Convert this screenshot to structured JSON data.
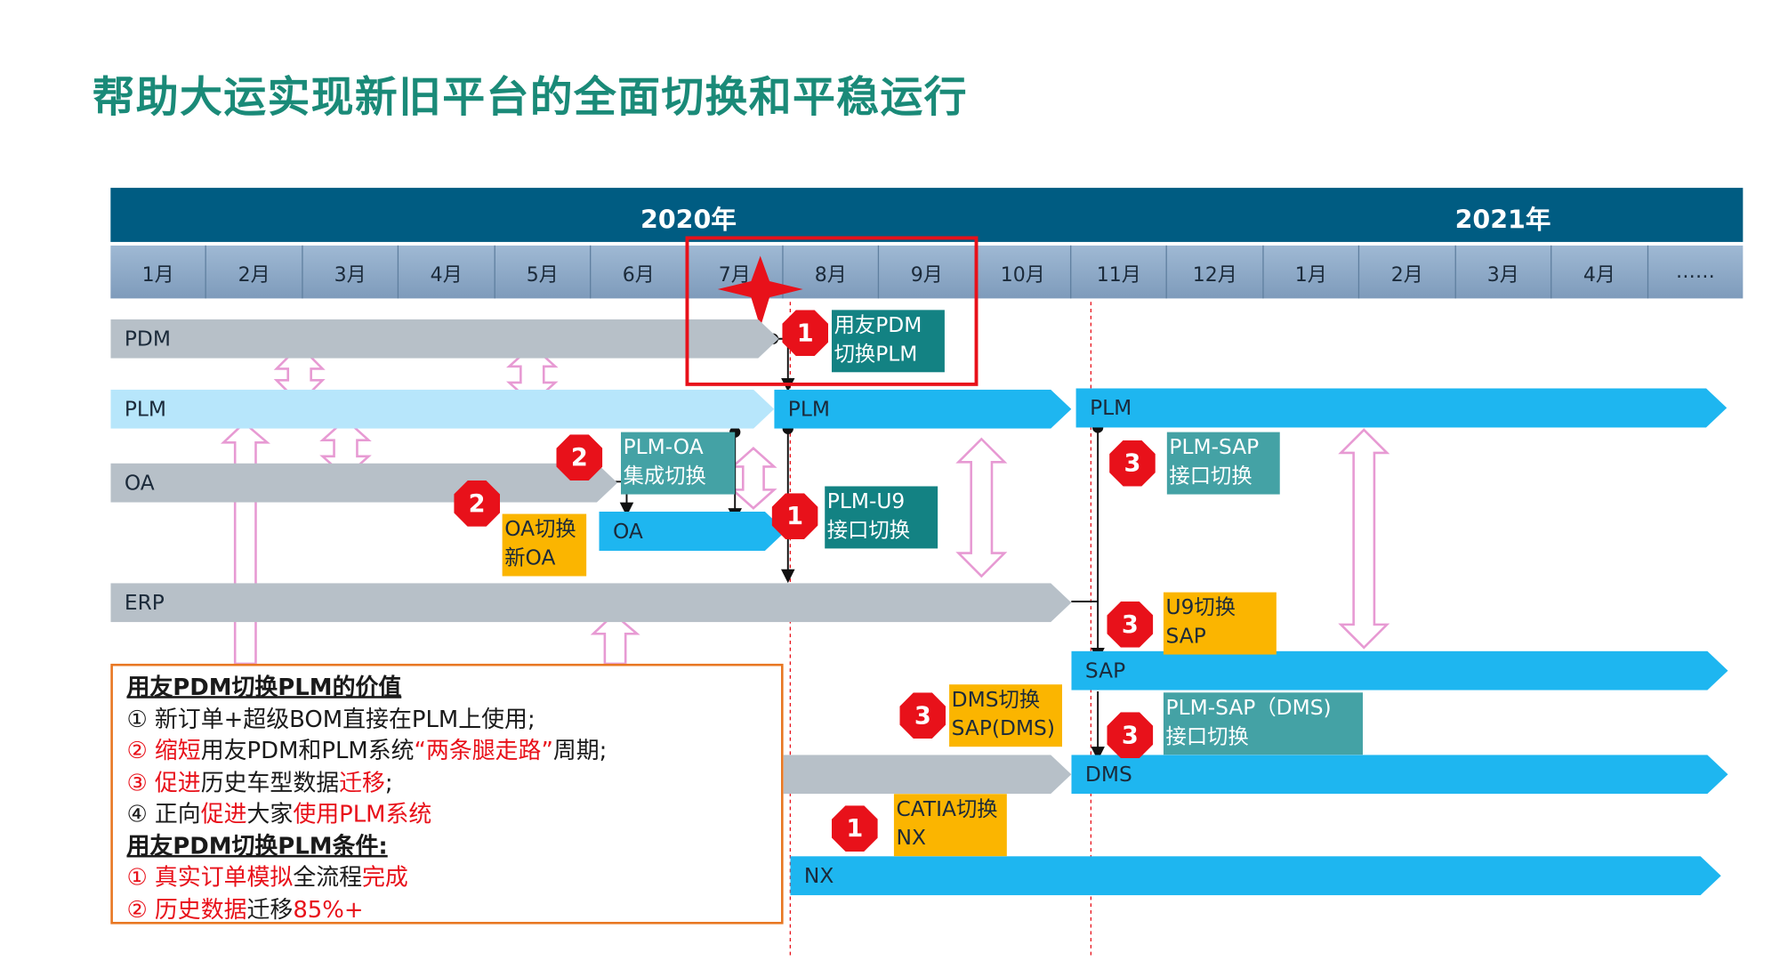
{
  "title": "帮助大运实现新旧平台的全面切换和平稳运行",
  "timeline": {
    "year_2020": "2020年",
    "year_2021": "2021年",
    "months": [
      "1月",
      "2月",
      "3月",
      "4月",
      "5月",
      "6月",
      "7月",
      "8月",
      "9月",
      "10月",
      "11月",
      "12月",
      "1月",
      "2月",
      "3月",
      "4月",
      "……"
    ]
  },
  "lanes": {
    "pdm": "PDM",
    "plm_old": "PLM",
    "plm_mid": "PLM",
    "plm_new": "PLM",
    "oa": "OA",
    "oa_new": "OA",
    "erp": "ERP",
    "sap": "SAP",
    "dms": "DMS",
    "nx": "NX"
  },
  "callouts": {
    "pdm_to_plm": {
      "line1": "用友PDM",
      "line2": "切换PLM",
      "badge": "1"
    },
    "plm_oa": {
      "line1": "PLM-OA",
      "line2": "集成切换",
      "badge": "2"
    },
    "oa_switch": {
      "line1": "OA切换",
      "line2": "新OA",
      "badge": "2"
    },
    "plm_u9": {
      "line1": "PLM-U9",
      "line2": "接口切换",
      "badge": "1"
    },
    "plm_sap": {
      "line1": "PLM-SAP",
      "line2": "接口切换",
      "badge": "3"
    },
    "u9_sap": {
      "line1": "U9切换",
      "line2": "SAP",
      "badge": "3"
    },
    "dms_sap": {
      "line1": "DMS切换",
      "line2": "SAP(DMS)",
      "badge": "3"
    },
    "plm_sap_dms": {
      "line1": "PLM-SAP（DMS)",
      "line2": "接口切换",
      "badge": "3"
    },
    "catia_nx": {
      "line1": "CATIA切换",
      "line2": "NX",
      "badge": "1"
    }
  },
  "info_box": {
    "value_heading": "用友PDM切换PLM的价值",
    "v1": "① 新订单+超级BOM直接在PLM上使用;",
    "v2_red1": "② 缩短",
    "v2_mid": "用友PDM和PLM系统",
    "v2_red2": "“两条腿走路”",
    "v2_end": "周期;",
    "v3_red1": "③ 促进",
    "v3_mid": "历史车型数据",
    "v3_red2": "迁移",
    "v3_end": ";",
    "v4_a": "④ 正向",
    "v4_red1": "促进",
    "v4_b": "大家",
    "v4_red2": "使用PLM系统",
    "cond_heading": "用友PDM切换PLM条件:",
    "c1_red1": "① 真实订单模拟",
    "c1_mid": "全流程",
    "c1_red2": "完成",
    "c2_red1": "② 历史数据",
    "c2_mid": "迁移",
    "c2_red2": "85%+"
  },
  "colors": {
    "title": "#1a8a78",
    "header": "#005c82",
    "lane_blue": "#1eb6f0",
    "lane_grey": "#b7c0c8",
    "badge": "#e8111a",
    "teal": "#138283",
    "orange": "#fbb500"
  }
}
